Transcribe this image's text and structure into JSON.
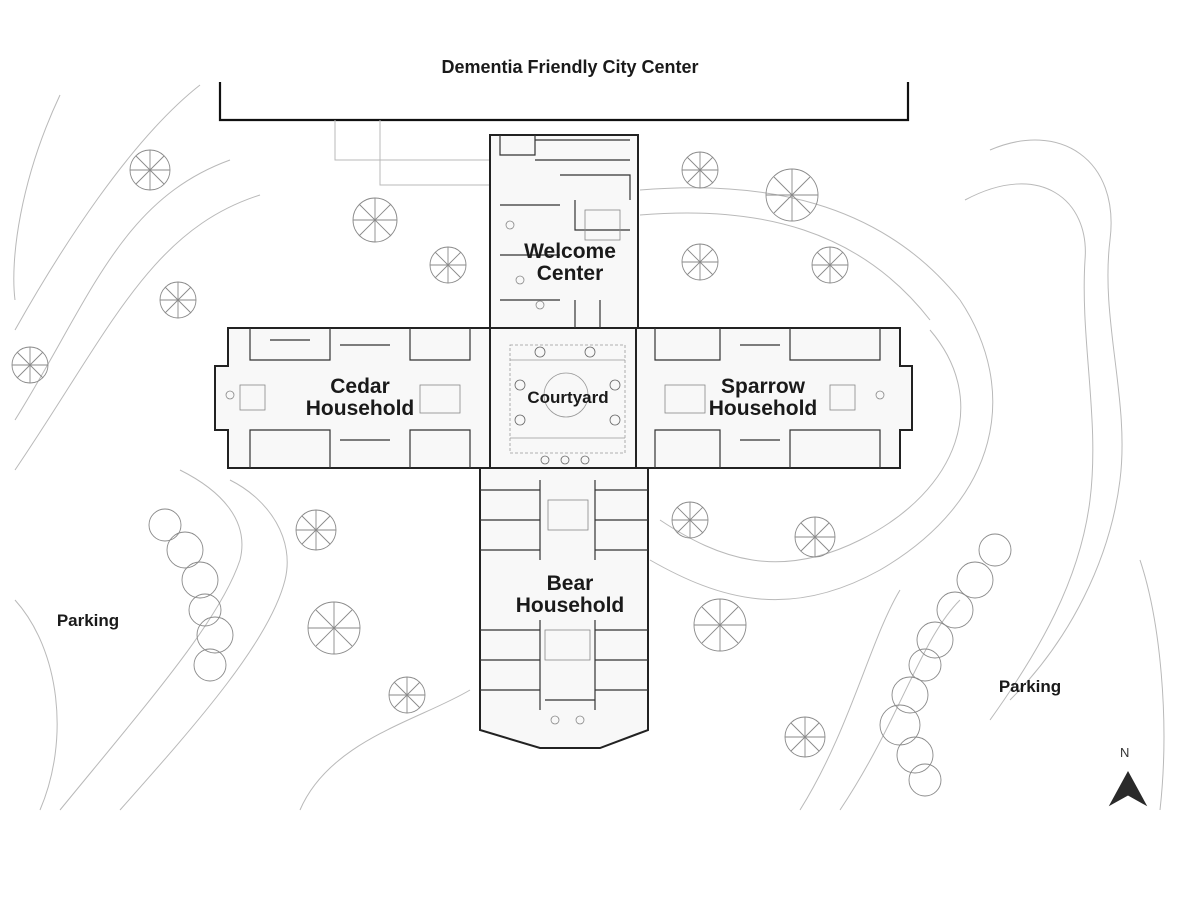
{
  "title": "Dementia Friendly City Center",
  "areas": {
    "welcome": [
      "Welcome",
      "Center"
    ],
    "cedar": [
      "Cedar",
      "Household"
    ],
    "courtyard": "Courtyard",
    "sparrow": [
      "Sparrow",
      "Household"
    ],
    "bear": [
      "Bear",
      "Household"
    ]
  },
  "parking_left": "Parking",
  "parking_right": "Parking",
  "compass": "N",
  "colors": {
    "wall": "#222222",
    "path": "#b5b5b5",
    "tree": "#777777",
    "fill": "#f7f7f7"
  },
  "icons": [
    "north-arrow-icon",
    "tree-icon"
  ]
}
